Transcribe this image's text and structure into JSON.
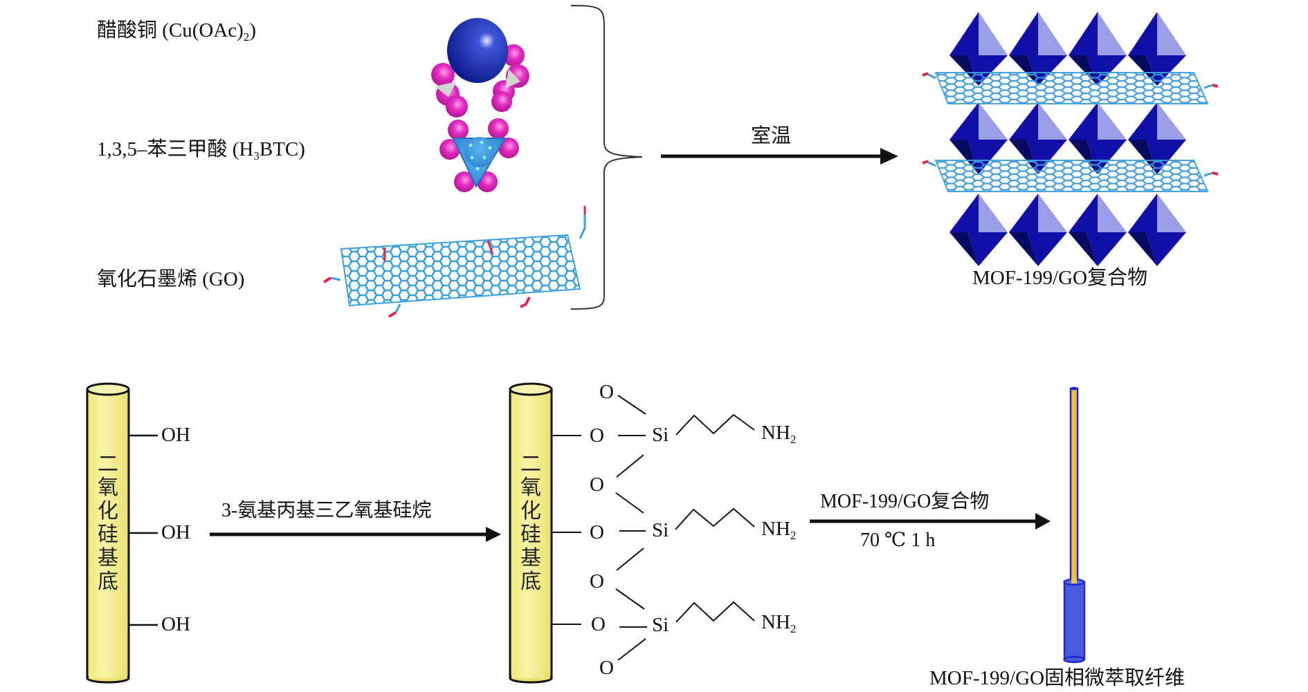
{
  "top_scheme": {
    "reagents": [
      {
        "name": "醋酸铜",
        "formula_pre": "(Cu(OAc)",
        "formula_sub": "2",
        "formula_post": ")",
        "icon": "copper-acetate-molecule-icon"
      },
      {
        "name": "1,3,5–苯三甲酸",
        "formula_pre": "(H",
        "formula_sub": "3",
        "formula_post": "BTC)",
        "icon": "btc-molecule-icon"
      },
      {
        "name": "氧化石墨烯",
        "formula_pre": "(GO)",
        "formula_sub": "",
        "formula_post": "",
        "icon": "graphene-oxide-sheet-icon"
      }
    ],
    "arrow_label": "室温",
    "product_label": "MOF-199/GO复合物"
  },
  "bottom_scheme": {
    "substrate_label": "二氧化硅基底",
    "hydroxyl_groups": [
      "OH",
      "OH",
      "OH"
    ],
    "step1_reagent": "3-氨基丙基三乙氧基硅烷",
    "silane": {
      "oxygen": "O",
      "silicon": "Si",
      "amine_pre": "NH",
      "amine_sub": "2",
      "units": 3
    },
    "step2_reagent": "MOF-199/GO复合物",
    "step2_condition": "70 ℃ 1 h",
    "fiber_label": "MOF-199/GO固相微萃取纤维"
  },
  "colors": {
    "substrate_fill": "#f3ee8a",
    "mof_dark": "#1010a8",
    "mof_light": "#9a9ee6",
    "graphene": "#3aa0e0",
    "oxygen_atom": "#e02ac0",
    "copper_atom": "#1a2fb5",
    "fiber_core": "#f0c040",
    "fiber_coating": "#4a5ae0"
  }
}
